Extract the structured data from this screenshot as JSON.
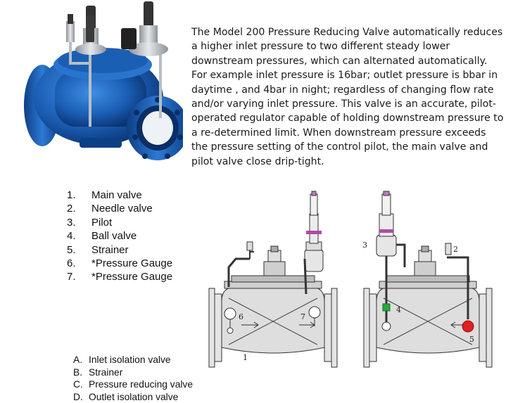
{
  "description": {
    "lines": [
      " The Model 200 Pressure Reducing Valve automatically reduces",
      "a higher inlet pressure to two different steady lower",
      "downstream pressures, which can alternated automatically.",
      "For example inlet pressure is 16bar; outlet pressure is bbar in",
      "daytime , and 4bar in night; regardless of changing flow rate",
      "and/or varying inlet pressure. This valve is an accurate, pilot-",
      "operated regulator capable of holding downstream pressure to",
      "a re-determined limit. When downstream pressure exceeds",
      "the pressure setting of the control pilot, the main valve and",
      "pilot valve close drip-tight."
    ]
  },
  "parts": [
    {
      "num": "1.",
      "label": "Main valve"
    },
    {
      "num": "2.",
      "label": "Needle valve"
    },
    {
      "num": "3.",
      "label": "Pilot"
    },
    {
      "num": "4.",
      "label": "Ball valve"
    },
    {
      "num": "5.",
      "label": "Strainer"
    },
    {
      "num": "6.",
      "label": "*Pressure Gauge"
    },
    {
      "num": "7.",
      "label": "*Pressure Gauge"
    }
  ],
  "stages": [
    {
      "letter": "A.",
      "label": "Inlet isolation valve"
    },
    {
      "letter": "B.",
      "label": "Strainer"
    },
    {
      "letter": "C.",
      "label": "Pressure reducing valve"
    },
    {
      "letter": "D.",
      "label": "Outlet isolation valve"
    }
  ],
  "diagram_labels": {
    "left_main": "1",
    "left_gauge_6": "6",
    "left_gauge_7": "7",
    "right_pilot": "3",
    "right_needle": "2",
    "right_ball": "4",
    "right_strainer": "5"
  },
  "colors": {
    "valve_blue": "#1b5fb5",
    "valve_dark": "#0d3f85",
    "pilot_silver": "#c8ccd1",
    "pilot_accent": "#b04aa8",
    "ball_green": "#2aa83a",
    "strainer_red": "#e02020"
  },
  "icons": [
    "valve-photo",
    "left-valve-schematic",
    "right-valve-schematic"
  ]
}
